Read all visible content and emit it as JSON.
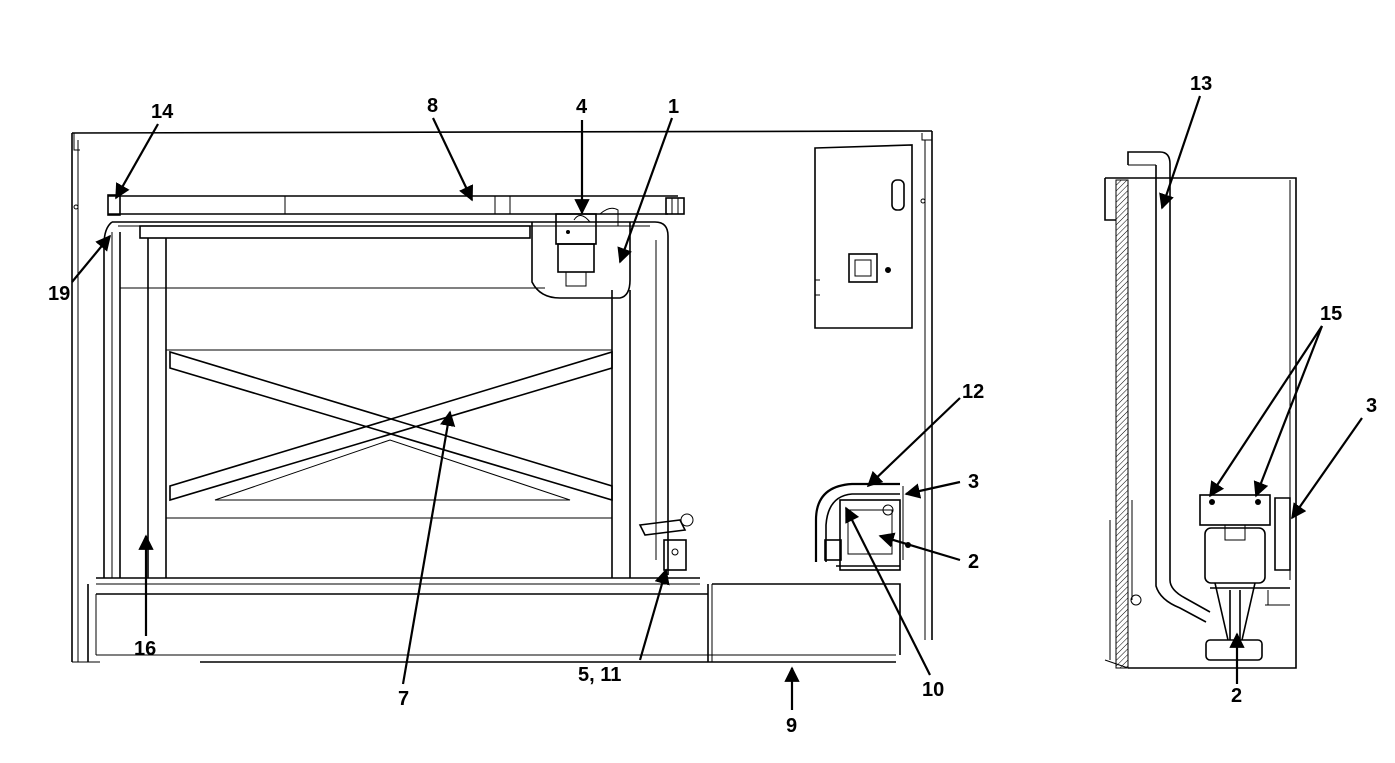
{
  "figure": {
    "callouts": [
      {
        "id": "c14",
        "label": "14"
      },
      {
        "id": "c8",
        "label": "8"
      },
      {
        "id": "c4",
        "label": "4"
      },
      {
        "id": "c1",
        "label": "1"
      },
      {
        "id": "c19",
        "label": "19"
      },
      {
        "id": "c7",
        "label": "7"
      },
      {
        "id": "c16",
        "label": "16"
      },
      {
        "id": "c5-11",
        "label": "5, 11"
      },
      {
        "id": "c9",
        "label": "9"
      },
      {
        "id": "c12",
        "label": "12"
      },
      {
        "id": "c3-front",
        "label": "3"
      },
      {
        "id": "c2-front",
        "label": "2"
      },
      {
        "id": "c10",
        "label": "10"
      },
      {
        "id": "c13",
        "label": "13"
      },
      {
        "id": "c15",
        "label": "15"
      },
      {
        "id": "c3-side",
        "label": "3"
      },
      {
        "id": "c2-side",
        "label": "2"
      }
    ]
  }
}
